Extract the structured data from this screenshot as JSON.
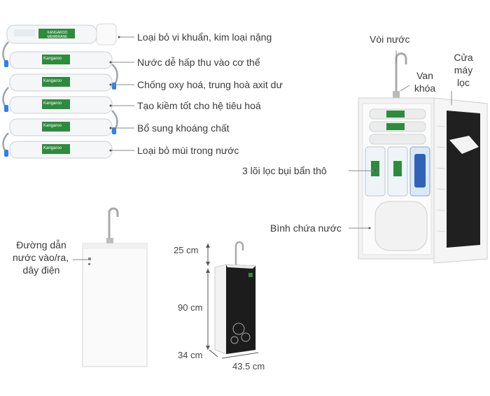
{
  "filter_stages": {
    "items": [
      {
        "label": "Loại bỏ vi khuẩn, kim loại nặng",
        "cartridge_text": "KANGAROO MEMBRANE"
      },
      {
        "label": "Nước dễ hấp thu vào cơ thể",
        "cartridge_text": "Kangaroo"
      },
      {
        "label": "Chống oxy hoá, trung hoà axit dư",
        "cartridge_text": "Kangaroo"
      },
      {
        "label": "Tạo kiềm tốt cho hệ tiêu hoá",
        "cartridge_text": "Kangaroo"
      },
      {
        "label": "Bổ sung khoáng chất",
        "cartridge_text": "Kangaroo"
      },
      {
        "label": "Loại bỏ mùi trong nước",
        "cartridge_text": "Kangaroo"
      }
    ]
  },
  "open_cabinet": {
    "faucet_label": "Vòi nước",
    "valve_label_1": "Van",
    "valve_label_2": "khóa",
    "door_label_1": "Cửa",
    "door_label_2": "máy",
    "door_label_3": "lọc",
    "prefilter_label": "3 lõi lọc bụi bẩn thô",
    "tank_label": "Bình chứa nước"
  },
  "back_view": {
    "label_1": "Đường dẫn",
    "label_2": "nước vào/ra,",
    "label_3": "dây điện"
  },
  "dimensions": {
    "faucet_height": "25 cm",
    "body_height": "90 cm",
    "depth": "34 cm",
    "width": "43.5 cm"
  },
  "colors": {
    "accent_blue": "#2f80ed",
    "cartridge_green": "#2e8b3e",
    "glass_black": "#1a1a1a",
    "cabinet_white": "#f7f7f7"
  }
}
